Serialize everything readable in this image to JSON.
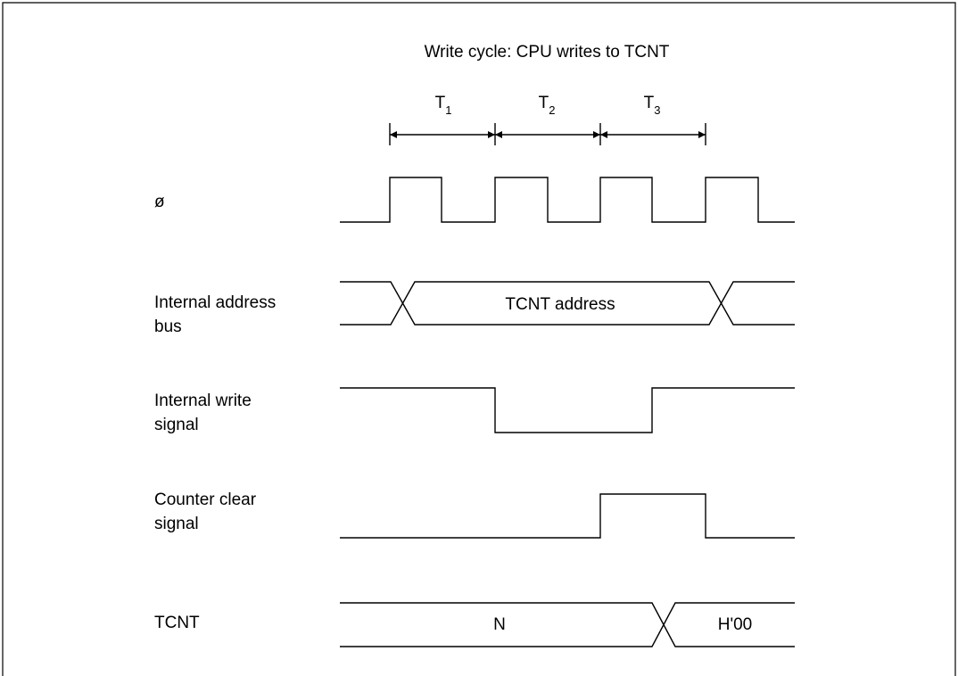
{
  "title": "Write cycle: CPU writes to TCNT",
  "periods": [
    {
      "base": "T",
      "sub": "1"
    },
    {
      "base": "T",
      "sub": "2"
    },
    {
      "base": "T",
      "sub": "3"
    }
  ],
  "signals": {
    "clock": {
      "lines": [
        "ø"
      ]
    },
    "address_bus": {
      "lines": [
        "Internal address",
        "bus"
      ],
      "value": "TCNT address"
    },
    "write_signal": {
      "lines": [
        "Internal write",
        "signal"
      ]
    },
    "clear_signal": {
      "lines": [
        "Counter clear",
        "signal"
      ]
    },
    "tcnt": {
      "lines": [
        "TCNT"
      ],
      "value_before": "N",
      "value_after": "H'00"
    }
  }
}
